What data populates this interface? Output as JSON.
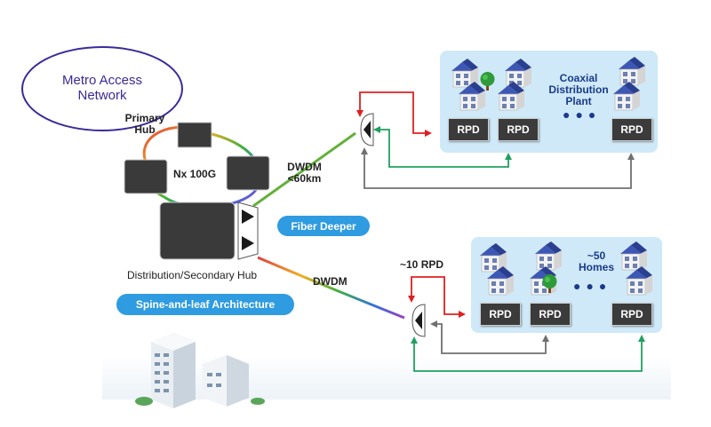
{
  "metro": {
    "line1": "Metro Access",
    "line2": "Network"
  },
  "hubs": {
    "primary_line1": "Primary",
    "primary_line2": "Hub",
    "nx": "Nx 100G",
    "distribution": "Distribution/Secondary Hub"
  },
  "links": {
    "dwdm_top_line1": "DWDM",
    "dwdm_top_line2": "<60km",
    "dwdm_bottom": "DWDM"
  },
  "badges": {
    "fiber_deeper": "Fiber Deeper",
    "spine_leaf": "Spine-and-leaf Architecture"
  },
  "top_plant": {
    "title_line1": "Coaxial",
    "title_line2": "Distribution",
    "title_line3": "Plant",
    "rpd": [
      "RPD",
      "RPD",
      "RPD"
    ],
    "dots": "●●●"
  },
  "bottom_plant": {
    "rpd_count": "~10 RPD",
    "homes_line1": "~50",
    "homes_line2": "Homes",
    "rpd": [
      "RPD",
      "RPD",
      "RPD"
    ],
    "dots": "●●●"
  },
  "colors": {
    "panel": "#cfe9f8",
    "red": "#e02020",
    "green": "#20a060",
    "gray": "#707070",
    "badge": "#2f9be0",
    "metro_stroke": "#3a2a9a"
  }
}
